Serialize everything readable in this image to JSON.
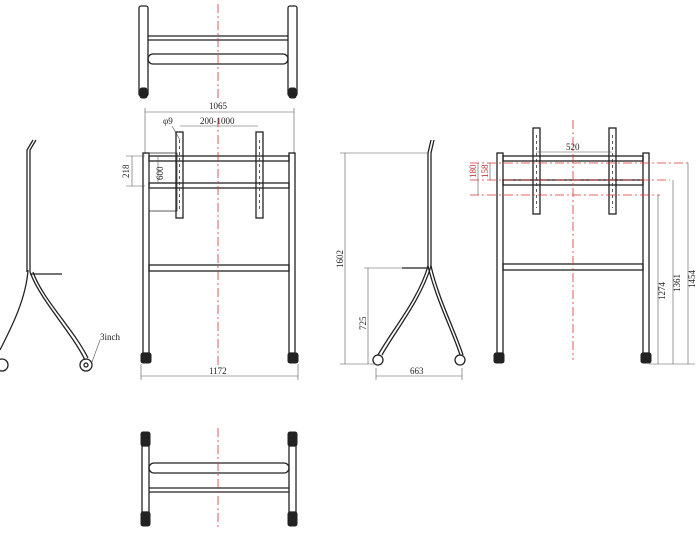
{
  "dimensions": {
    "overall_width": "1065",
    "hole_dia": "φ9",
    "vesa_range": "200-1000",
    "bracket_height": "218",
    "vesa_height": "600",
    "base_width": "1172",
    "total_height": "1602",
    "shelf_height": "725",
    "base_depth": "663",
    "bracket_spacing": "520",
    "offset_a": "180",
    "offset_b": "158",
    "height_a": "1274",
    "height_b": "1361",
    "height_c": "1454",
    "caster": "3inch"
  },
  "colors": {
    "line": "#222222",
    "centerline": "#e03030"
  }
}
